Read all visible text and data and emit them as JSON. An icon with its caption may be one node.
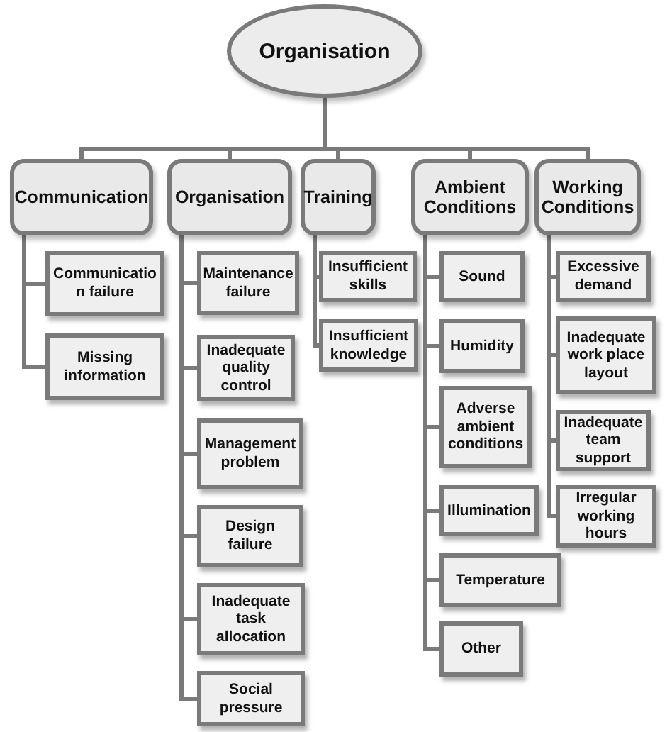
{
  "diagram": {
    "nodes": [
      {
        "text": [
          "Organisation"
        ]
      },
      {
        "text": [
          "Communication"
        ]
      },
      {
        "text": [
          "Organisation"
        ]
      },
      {
        "text": [
          "Training"
        ]
      },
      {
        "text": [
          "Ambient Conditions"
        ]
      },
      {
        "text": [
          "Working Conditions"
        ]
      },
      {
        "text": [
          "Communicatio n failure"
        ]
      },
      {
        "text": [
          "Missing information"
        ]
      },
      {
        "text": [
          "Maintenance failure"
        ]
      },
      {
        "text": [
          "Inadequate quality control"
        ]
      },
      {
        "text": [
          "Management problem"
        ]
      },
      {
        "text": [
          "Design failure"
        ]
      },
      {
        "text": [
          "Inadequate task allocation"
        ]
      },
      {
        "text": [
          "Social pressure"
        ]
      },
      {
        "text": [
          "Insufficient skills"
        ]
      },
      {
        "text": [
          "Insufficient knowledge"
        ]
      },
      {
        "text": [
          "Sound"
        ]
      },
      {
        "text": [
          "Humidity"
        ]
      },
      {
        "text": [
          "Adverse ambient conditions"
        ]
      },
      {
        "text": [
          "Illumination"
        ]
      },
      {
        "text": [
          "Temperature"
        ]
      },
      {
        "text": [
          "Other"
        ]
      },
      {
        "text": [
          "Excessive demand"
        ]
      },
      {
        "text": [
          "Inadequate work place layout"
        ]
      },
      {
        "text": [
          "Inadequate team support"
        ]
      },
      {
        "text": [
          "Irregular working hours"
        ]
      }
    ],
    "edges": [
      {
        "from": 0,
        "to": 1,
        "arrow": "none"
      },
      {
        "from": 0,
        "to": 2,
        "arrow": "none"
      },
      {
        "from": 0,
        "to": 3,
        "arrow": "none"
      },
      {
        "from": 0,
        "to": 4,
        "arrow": "none"
      },
      {
        "from": 0,
        "to": 5,
        "arrow": "none"
      },
      {
        "from": 1,
        "to": 6,
        "arrow": "none"
      },
      {
        "from": 1,
        "to": 7,
        "arrow": "none"
      },
      {
        "from": 2,
        "to": 8,
        "arrow": "none"
      },
      {
        "from": 2,
        "to": 9,
        "arrow": "none"
      },
      {
        "from": 2,
        "to": 10,
        "arrow": "none"
      },
      {
        "from": 2,
        "to": 11,
        "arrow": "none"
      },
      {
        "from": 2,
        "to": 12,
        "arrow": "none"
      },
      {
        "from": 2,
        "to": 13,
        "arrow": "none"
      },
      {
        "from": 3,
        "to": 14,
        "arrow": "none"
      },
      {
        "from": 3,
        "to": 15,
        "arrow": "none"
      },
      {
        "from": 4,
        "to": 16,
        "arrow": "none"
      },
      {
        "from": 4,
        "to": 17,
        "arrow": "none"
      },
      {
        "from": 4,
        "to": 18,
        "arrow": "none"
      },
      {
        "from": 4,
        "to": 19,
        "arrow": "none"
      },
      {
        "from": 4,
        "to": 20,
        "arrow": "none"
      },
      {
        "from": 4,
        "to": 21,
        "arrow": "none"
      },
      {
        "from": 5,
        "to": 22,
        "arrow": "none"
      },
      {
        "from": 5,
        "to": 23,
        "arrow": "none"
      },
      {
        "from": 5,
        "to": 24,
        "arrow": "none"
      },
      {
        "from": 5,
        "to": 25,
        "arrow": "none"
      }
    ]
  }
}
